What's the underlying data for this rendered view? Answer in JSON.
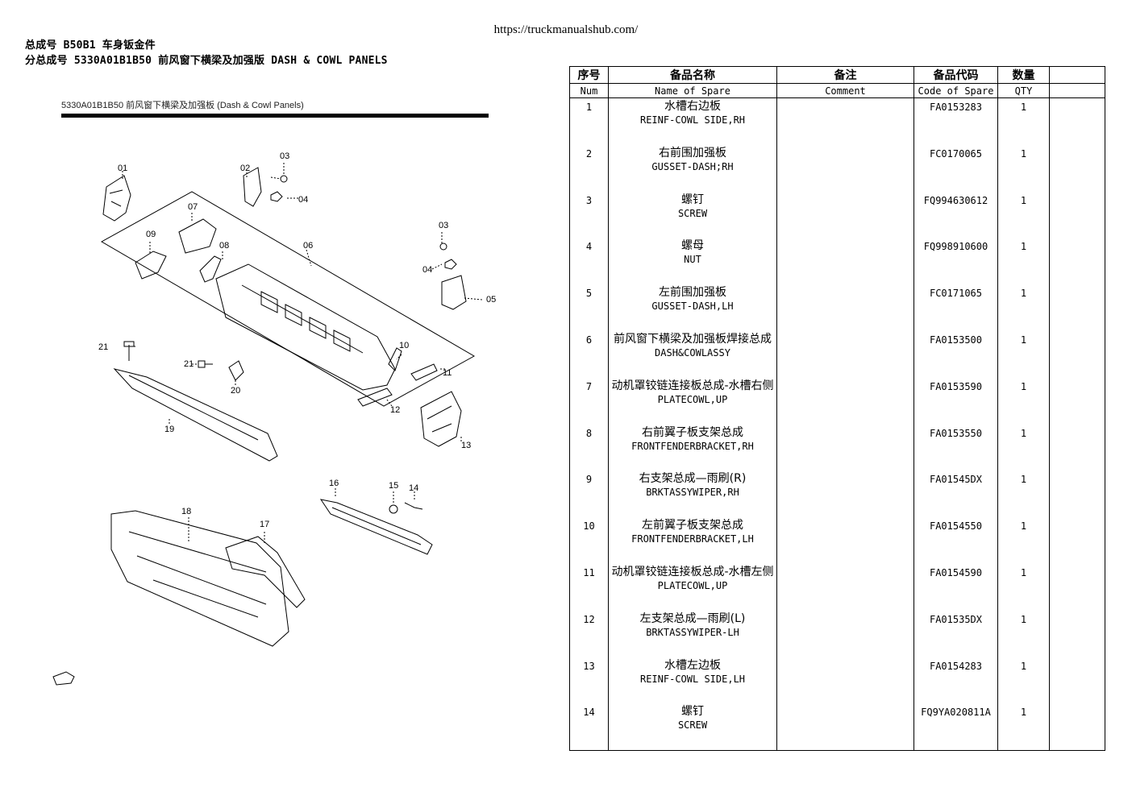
{
  "url": "https://truckmanualshub.com/",
  "header": {
    "line1": "总成号 B50B1 车身钣金件",
    "line2": "分总成号 5330A01B1B50  前风窗下横梁及加强版 DASH & COWL PANELS"
  },
  "diagram": {
    "title": "5330A01B1B50   前风窗下横梁及加强板   (Dash & Cowl Panels)",
    "callouts": [
      "01",
      "02",
      "03",
      "04",
      "07",
      "09",
      "08",
      "06",
      "03",
      "04",
      "05",
      "21",
      "21",
      "20",
      "10",
      "11",
      "12",
      "19",
      "13",
      "16",
      "15",
      "14",
      "18",
      "17"
    ]
  },
  "table": {
    "headers_cn": [
      "序号",
      "备品名称",
      "备注",
      "备品代码",
      "数量",
      ""
    ],
    "headers_en": [
      "Num",
      "Name of Spare",
      "Comment",
      "Code of Spare",
      "QTY",
      ""
    ],
    "rows": [
      {
        "num": "1",
        "name_cn": "水槽右边板",
        "name_en": "REINF-COWL SIDE,RH",
        "comment": "",
        "code": "FA0153283",
        "qty": "1"
      },
      {
        "num": "2",
        "name_cn": "右前围加强板",
        "name_en": "GUSSET-DASH;RH",
        "comment": "",
        "code": "FC0170065",
        "qty": "1"
      },
      {
        "num": "3",
        "name_cn": "螺钉",
        "name_en": "SCREW",
        "comment": "",
        "code": "FQ994630612",
        "qty": "1"
      },
      {
        "num": "4",
        "name_cn": "螺母",
        "name_en": "NUT",
        "comment": "",
        "code": "FQ998910600",
        "qty": "1"
      },
      {
        "num": "5",
        "name_cn": "左前围加强板",
        "name_en": "GUSSET-DASH,LH",
        "comment": "",
        "code": "FC0171065",
        "qty": "1"
      },
      {
        "num": "6",
        "name_cn": "前风窗下横梁及加强板焊接总成",
        "name_en": "DASH&COWLASSY",
        "comment": "",
        "code": "FA0153500",
        "qty": "1"
      },
      {
        "num": "7",
        "name_cn": "动机罩铰链连接板总成-水槽右侧",
        "name_en": "PLATECOWL,UP",
        "comment": "",
        "code": "FA0153590",
        "qty": "1"
      },
      {
        "num": "8",
        "name_cn": "右前翼子板支架总成",
        "name_en": "FRONTFENDERBRACKET,RH",
        "comment": "",
        "code": "FA0153550",
        "qty": "1"
      },
      {
        "num": "9",
        "name_cn": "右支架总成—雨刷(R)",
        "name_en": "BRKTASSYWIPER,RH",
        "comment": "",
        "code": "FA01545DX",
        "qty": "1"
      },
      {
        "num": "10",
        "name_cn": "左前翼子板支架总成",
        "name_en": "FRONTFENDERBRACKET,LH",
        "comment": "",
        "code": "FA0154550",
        "qty": "1"
      },
      {
        "num": "11",
        "name_cn": "动机罩铰链连接板总成-水槽左侧",
        "name_en": "PLATECOWL,UP",
        "comment": "",
        "code": "FA0154590",
        "qty": "1"
      },
      {
        "num": "12",
        "name_cn": "左支架总成—雨刷(L)",
        "name_en": "BRKTASSYWIPER-LH",
        "comment": "",
        "code": "FA01535DX",
        "qty": "1"
      },
      {
        "num": "13",
        "name_cn": "水槽左边板",
        "name_en": "REINF-COWL SIDE,LH",
        "comment": "",
        "code": "FA0154283",
        "qty": "1"
      },
      {
        "num": "14",
        "name_cn": "螺钉",
        "name_en": "SCREW",
        "comment": "",
        "code": "FQ9YA020811A",
        "qty": "1"
      }
    ]
  }
}
